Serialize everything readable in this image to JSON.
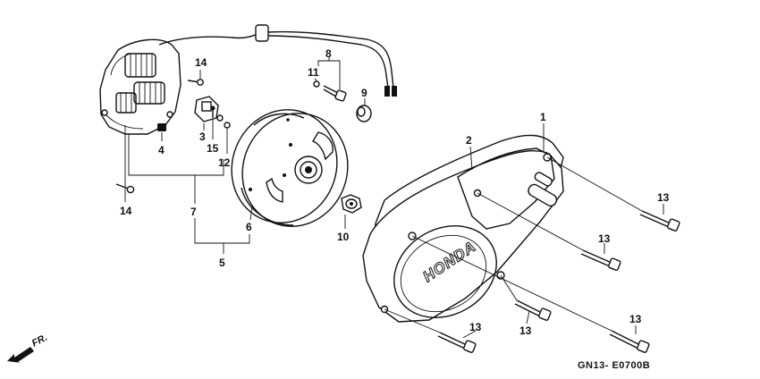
{
  "diagram": {
    "callouts": [
      {
        "id": "1",
        "label": "1"
      },
      {
        "id": "2",
        "label": "2"
      },
      {
        "id": "3",
        "label": "3"
      },
      {
        "id": "4",
        "label": "4"
      },
      {
        "id": "5",
        "label": "5"
      },
      {
        "id": "6",
        "label": "6"
      },
      {
        "id": "7",
        "label": "7"
      },
      {
        "id": "8",
        "label": "8"
      },
      {
        "id": "9",
        "label": "9"
      },
      {
        "id": "10",
        "label": "10"
      },
      {
        "id": "11",
        "label": "11"
      },
      {
        "id": "12",
        "label": "12"
      },
      {
        "id": "13a",
        "label": "13"
      },
      {
        "id": "13b",
        "label": "13"
      },
      {
        "id": "13c",
        "label": "13"
      },
      {
        "id": "13d",
        "label": "13"
      },
      {
        "id": "13e",
        "label": "13"
      },
      {
        "id": "14a",
        "label": "14"
      },
      {
        "id": "14b",
        "label": "14"
      },
      {
        "id": "15",
        "label": "15"
      }
    ],
    "cover_logo": "HONDA",
    "direction_label": "FR.",
    "drawing_code": "GN13- E0700B"
  }
}
